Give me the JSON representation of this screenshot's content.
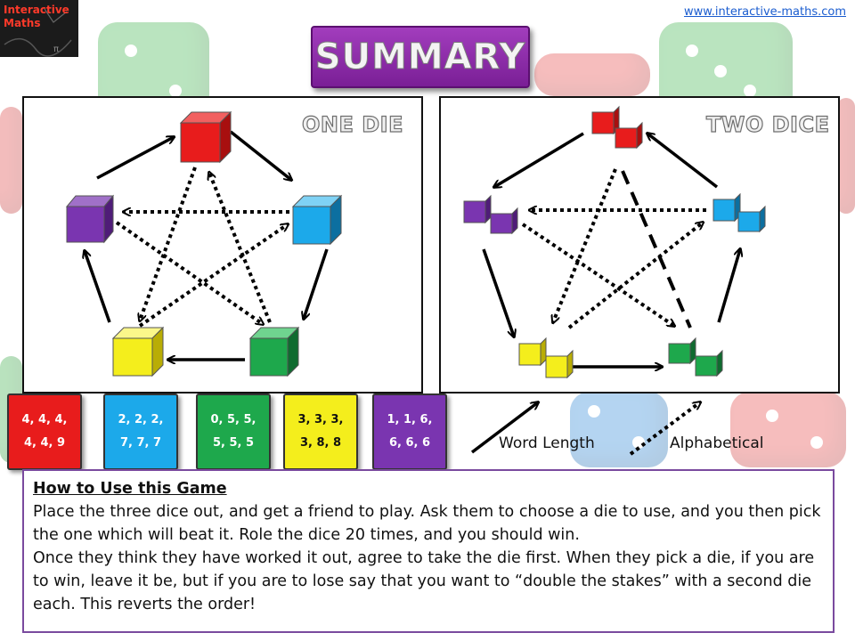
{
  "site": {
    "url_text": "www.interactive-maths.com"
  },
  "logo": {
    "text_line1": "Interactive",
    "text_line2": "Maths"
  },
  "title": "SUMMARY",
  "panels": {
    "one": {
      "title": "ONE DIE"
    },
    "two": {
      "title": "TWO DICE"
    }
  },
  "dice": [
    {
      "color_name": "red",
      "color": "#e81c1c",
      "values": "4, 4, 4,\n4, 4, 9",
      "text_color": "#ffffff"
    },
    {
      "color_name": "blue",
      "color": "#1ca9ea",
      "values": "2, 2, 2,\n7, 7, 7",
      "text_color": "#ffffff"
    },
    {
      "color_name": "green",
      "color": "#1ea84c",
      "values": "0, 5, 5,\n5, 5, 5",
      "text_color": "#ffffff"
    },
    {
      "color_name": "yellow",
      "color": "#f4ee1c",
      "values": "3, 3, 3,\n3, 8, 8",
      "text_color": "#111111"
    },
    {
      "color_name": "purple",
      "color": "#7a35b0",
      "values": "1, 1, 6,\n6, 6, 6",
      "text_color": "#ffffff"
    }
  ],
  "legend": {
    "solid": "Word Length",
    "dotted": "Alphabetical"
  },
  "howto": {
    "heading": "How to Use this Game",
    "para1": "Place the three dice out, and get a friend to play. Ask them to choose a die to use, and you then pick the one which will beat it. Role the dice 20 times, and you should win.",
    "para2": "Once they think they have worked it out, agree to take the die first. When they pick a die, if you are to win, leave it be, but if you are to lose say that you want to “double the stakes” with a second die each. This reverts the order!"
  },
  "colors": {
    "accent": "#8e2bb0",
    "red": "#e81c1c",
    "blue": "#1ca9ea",
    "green": "#1ea84c",
    "yellow": "#f4ee1c",
    "purple": "#7a35b0"
  }
}
